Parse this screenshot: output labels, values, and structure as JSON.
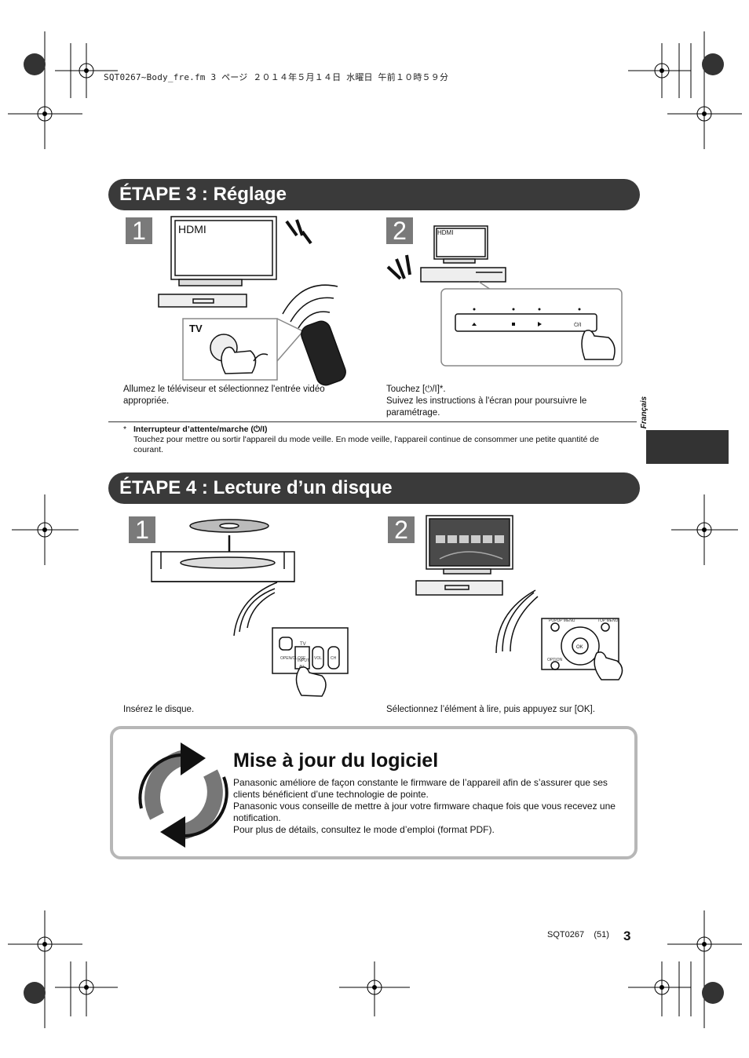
{
  "header": {
    "file_info": "SQT0267~Body_fre.fm  3 ページ  ２０１４年５月１４日  水曜日  午前１０時５９分"
  },
  "step3": {
    "title": "ÉTAPE 3 : Réglage",
    "panel1": {
      "number": "1",
      "tv_label": "HDMI",
      "remote_label": "TV",
      "caption": "Allumez le téléviseur et sélectionnez l'entrée vidéo appropriée."
    },
    "panel2": {
      "number": "2",
      "tv_label": "HDMI",
      "power_button_label": "⏻/I",
      "caption_line1": "Touchez [⏻/I]*.",
      "caption_line2": "Suivez les instructions à l'écran pour poursuivre le paramétrage."
    },
    "footnote": {
      "marker": "*",
      "title": "Interrupteur d’attente/marche (⏻/I)",
      "text": "Touchez pour mettre ou sortir l'appareil du mode veille. En mode veille, l'appareil continue de consommer une petite quantité de courant."
    }
  },
  "step4": {
    "title": "ÉTAPE 4 : Lecture d’un disque",
    "panel1": {
      "number": "1",
      "remote_labels": [
        "TV",
        "OPEN/CLOSE",
        "INPUT",
        "AV",
        "VOL",
        "CH"
      ],
      "caption": "Insérez le disque."
    },
    "panel2": {
      "number": "2",
      "remote_labels": [
        "POPUP MENU",
        "TOP MENU",
        "OK",
        "OPTION"
      ],
      "caption": "Sélectionnez l’élément à lire, puis appuyez sur [OK]."
    }
  },
  "side_tab": {
    "language": "Français"
  },
  "update": {
    "title": "Mise à jour du logiciel",
    "para1": "Panasonic améliore de façon constante le firmware de l’appareil afin de s’assurer que ses clients bénéficient d’une technologie de pointe.",
    "para2": "Panasonic vous conseille de mettre à jour votre firmware chaque fois que vous recevez une notification.",
    "para3": "Pour plus de détails, consultez le mode d’emploi (format PDF)."
  },
  "footer": {
    "code": "SQT0267",
    "sub_page": "(51)",
    "page_number": "3"
  }
}
